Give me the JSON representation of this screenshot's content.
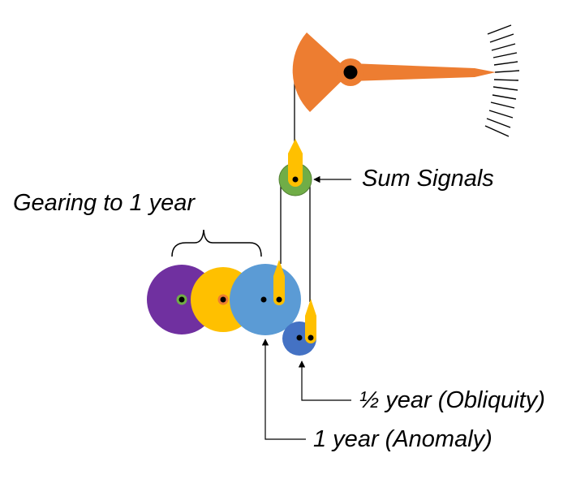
{
  "labels": {
    "sum_signals": "Sum Signals",
    "gearing": "Gearing to 1 year",
    "half_year": "½ year (Obliquity)",
    "one_year": "1 year (Anomaly)"
  },
  "colors": {
    "pointer": "#ED7D31",
    "sum_gear": "#70AD47",
    "sum_gear_rim": "#548235",
    "purple_gear": "#7030A0",
    "yellow_gear": "#FFC000",
    "light_blue_gear": "#5B9BD5",
    "dark_blue_gear": "#4472C4",
    "pin_arrow": "#FFC000",
    "line": "#000000"
  },
  "icons": {
    "pointer": "dial-pointer-icon",
    "scale": "dial-scale-icon",
    "bracket": "curly-brace-icon"
  }
}
